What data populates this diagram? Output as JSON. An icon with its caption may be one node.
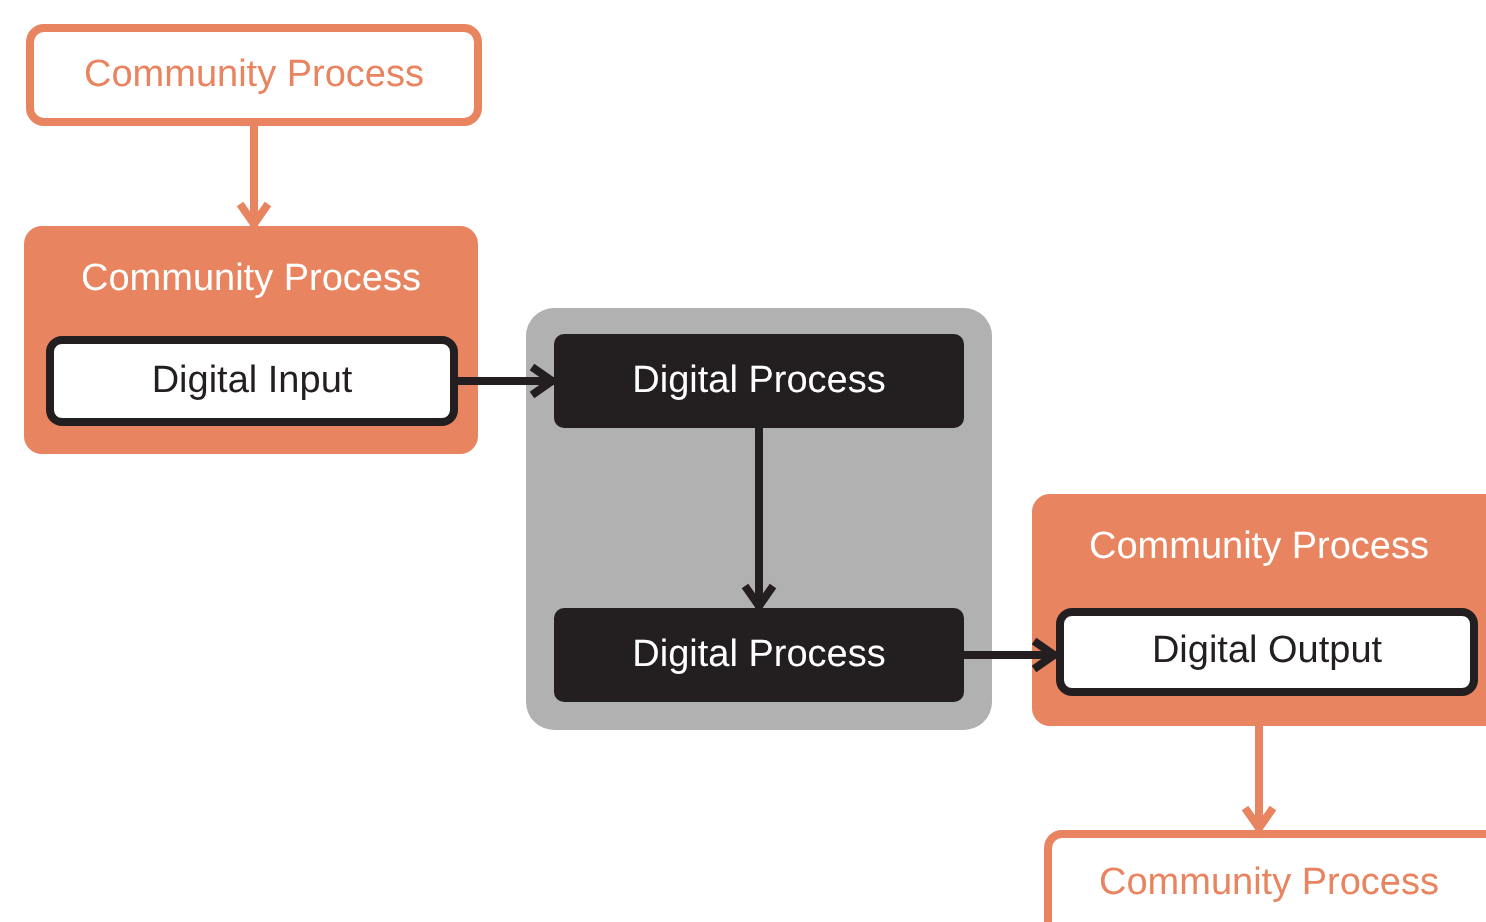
{
  "diagram": {
    "nodes": [
      {
        "text": [
          "Community Process"
        ]
      },
      {
        "text": [
          "Community Process"
        ]
      },
      {
        "text": [
          "Digital Input"
        ],
        "in": 1
      },
      {
        "text": [],
        "shape": "box"
      },
      {
        "text": [
          "Digital Process"
        ],
        "in": 3
      },
      {
        "text": [
          "Digital Process"
        ],
        "in": 3
      },
      {
        "text": [
          "Community Process"
        ]
      },
      {
        "text": [
          "Digital Output"
        ],
        "in": 6
      },
      {
        "text": [
          "Community Process"
        ]
      }
    ],
    "edges": [
      {
        "from": 0,
        "to": 1,
        "arrow": "to",
        "color": "#e8845f"
      },
      {
        "from": 2,
        "to": 4,
        "arrow": "to"
      },
      {
        "from": 4,
        "to": 5,
        "arrow": "to"
      },
      {
        "from": 5,
        "to": 7,
        "arrow": "to"
      },
      {
        "from": 6,
        "to": 8,
        "arrow": "to",
        "color": "#e8845f"
      }
    ]
  }
}
